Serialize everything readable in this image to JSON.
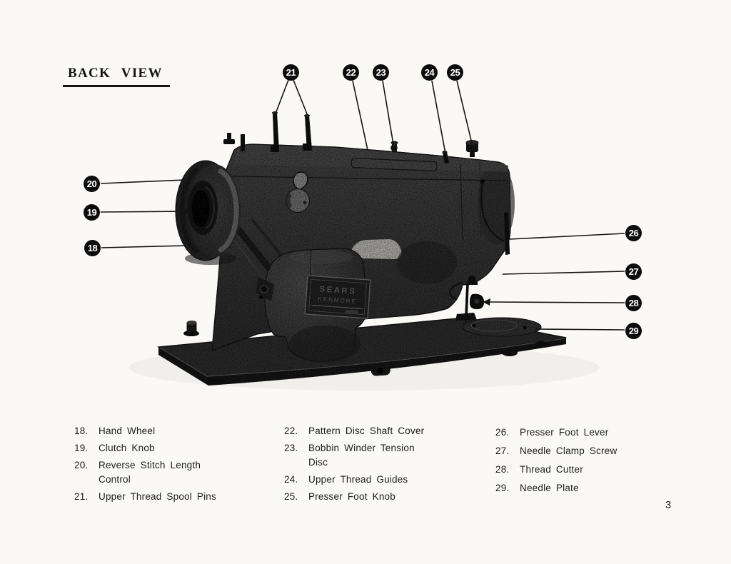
{
  "page": {
    "title": "BACK VIEW",
    "page_number": "3"
  },
  "machine": {
    "badge_line1": "SEARS",
    "badge_line2": "KENMORE"
  },
  "callouts": [
    {
      "number": "18"
    },
    {
      "number": "19"
    },
    {
      "number": "20"
    },
    {
      "number": "21"
    },
    {
      "number": "22"
    },
    {
      "number": "23"
    },
    {
      "number": "24"
    },
    {
      "number": "25"
    },
    {
      "number": "26"
    },
    {
      "number": "27"
    },
    {
      "number": "28"
    },
    {
      "number": "29"
    }
  ],
  "legend": {
    "columns": [
      {
        "items": [
          {
            "number": "18.",
            "label": "Hand Wheel"
          },
          {
            "number": "19.",
            "label": "Clutch Knob"
          },
          {
            "number": "20.",
            "label": "Reverse Stitch Length\nControl"
          },
          {
            "number": "21.",
            "label": "Upper Thread Spool Pins"
          }
        ]
      },
      {
        "items": [
          {
            "number": "22.",
            "label": "Pattern Disc Shaft Cover"
          },
          {
            "number": "23.",
            "label": "Bobbin Winder Tension\nDisc"
          },
          {
            "number": "24.",
            "label": "Upper Thread Guides"
          },
          {
            "number": "25.",
            "label": "Presser Foot Knob"
          }
        ]
      },
      {
        "items": [
          {
            "number": "26.",
            "label": "Presser Foot Lever"
          },
          {
            "number": "27.",
            "label": "Needle Clamp Screw"
          },
          {
            "number": "28.",
            "label": "Thread Cutter"
          },
          {
            "number": "29.",
            "label": "Needle Plate"
          }
        ]
      }
    ]
  }
}
